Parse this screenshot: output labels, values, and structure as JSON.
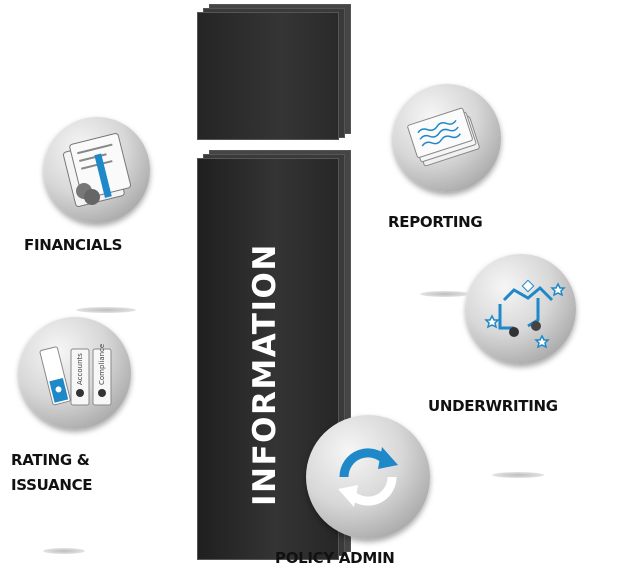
{
  "center": {
    "label": "INFORMATION"
  },
  "nodes": [
    {
      "id": "financials",
      "label": "FINANCIALS",
      "icon": "documents-icon"
    },
    {
      "id": "reporting",
      "label": "REPORTING",
      "icon": "papers-stack-icon"
    },
    {
      "id": "underwriting",
      "label": "UNDERWRITING",
      "icon": "workflow-stars-icon"
    },
    {
      "id": "rating",
      "label_line1": "RATING &",
      "label_line2": "ISSUANCE",
      "icon": "binders-icon",
      "binder_labels": [
        "Accounts",
        "Compliance"
      ]
    },
    {
      "id": "policy-admin",
      "label": "POLICY ADMIN",
      "icon": "refresh-cycle-icon"
    }
  ],
  "colors": {
    "accent": "#1e88c8",
    "stack": "#2f2f2f",
    "node": "#c8c8c8"
  }
}
